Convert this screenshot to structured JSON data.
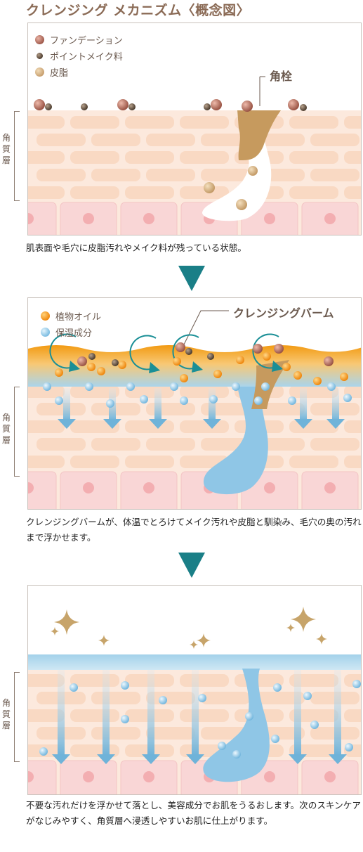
{
  "title": "クレンジング メカニズム〈概念図〉",
  "side_label": "角\n質\n層",
  "panel1": {
    "legend": [
      {
        "label": "ファンデーション",
        "color": "#a05a4c",
        "icon": "foundation-particle-icon"
      },
      {
        "label": "ポイントメイク料",
        "color": "#5b4a3a",
        "icon": "point-makeup-particle-icon"
      },
      {
        "label": "皮脂",
        "color": "#c8a070",
        "icon": "sebum-particle-icon"
      }
    ],
    "callout": "角栓",
    "caption": "肌表面や毛穴に皮脂汚れやメイク料が残っている状態。"
  },
  "panel2": {
    "legend": [
      {
        "label": "植物オイル",
        "color": "#f0a020",
        "icon": "plant-oil-particle-icon"
      },
      {
        "label": "保湿成分",
        "color": "#8fc8e6",
        "icon": "moisturizing-particle-icon"
      }
    ],
    "callout": "クレンジングバーム",
    "caption": "クレンジングバームが、体温でとろけてメイク汚れや皮脂と馴染み、毛穴の奥の汚れまで浮かせます。"
  },
  "panel3": {
    "caption": "不要な汚れだけを浮かせて落とし、美容成分でお肌をうるおします。次のスキンケアがなじみやすく、角質層へ浸透しやすいお肌に仕上がります。"
  },
  "colors": {
    "accent_teal": "#1a7f87",
    "skin_cell": "#f9d9c3",
    "skin_bg": "#fce9dd",
    "cell_bottom": "#f9d6d6",
    "nucleus": "#f3aeb1",
    "plug": "#c69a5e",
    "oil_layer": "#f3a21c",
    "water": "#a9d4ec",
    "sparkle": "#c7a46a"
  }
}
